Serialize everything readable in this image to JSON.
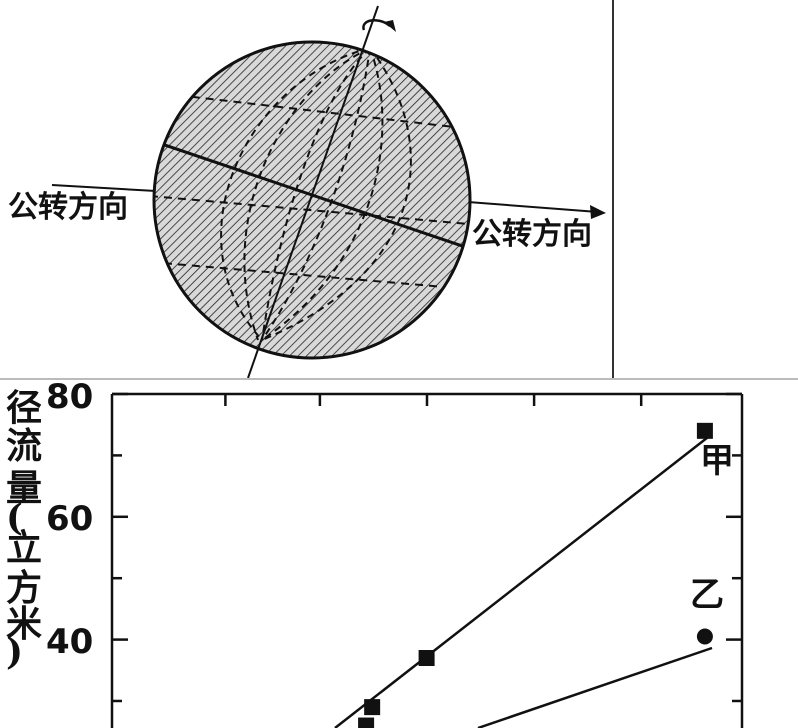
{
  "globe": {
    "left_label": "公转方向",
    "right_label": "公转方向"
  },
  "chart_data": {
    "type": "scatter",
    "ylabel_chars": [
      "径",
      "流",
      "量",
      "(",
      "立",
      "方",
      "米",
      ")"
    ],
    "yticks": [
      "80",
      "60",
      "40"
    ],
    "ylim": [
      20,
      80
    ],
    "series": [
      {
        "name": "甲",
        "marker": "square",
        "points": [
          [
            0.42,
            26
          ],
          [
            0.43,
            29
          ],
          [
            0.52,
            37
          ],
          [
            0.98,
            74
          ]
        ]
      },
      {
        "name": "乙",
        "marker": "circle",
        "points": [
          [
            0.98,
            40.5
          ]
        ]
      }
    ],
    "colors": {
      "ink": "#111111"
    }
  }
}
